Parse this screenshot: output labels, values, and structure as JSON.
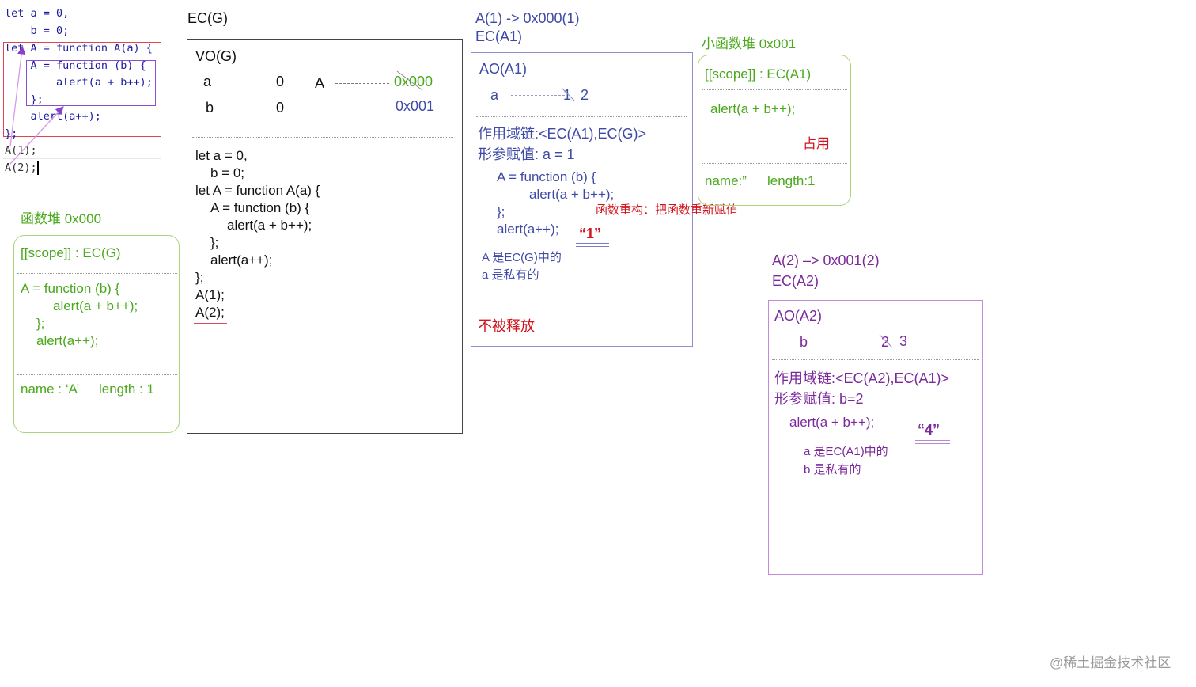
{
  "code": {
    "lines": [
      "let a = 0,",
      "    b = 0;",
      "let A = function A(a) {",
      "    A = function (b) {",
      "        alert(a + b++);",
      "    };",
      "    alert(a++);",
      "};",
      "A(1);",
      "A(2);"
    ]
  },
  "global_heap": {
    "title": "函数堆  0x000",
    "scope": "[[scope]] : EC(G)",
    "body_lines": [
      "A = function (b) {",
      "alert(a + b++);",
      "};",
      "alert(a++);"
    ],
    "name": "name : ‘A’",
    "length": "length : 1"
  },
  "ecg": {
    "title": "EC(G)",
    "vo_title": "VO(G)",
    "var_a": "a",
    "val_a": "0",
    "var_b": "b",
    "val_b": "0",
    "var_A": "A",
    "addr_old": "0x000",
    "addr_new": "0x001",
    "code_lines": [
      "let a = 0,",
      "b = 0;",
      "let A = function A(a) {",
      "A = function (b) {",
      "alert(a + b++);",
      "};",
      "alert(a++);",
      "};",
      "A(1);",
      "A(2);"
    ]
  },
  "eca1": {
    "title1": "A(1) -> 0x000(1)",
    "title2": "EC(A1)",
    "ao_title": "AO(A1)",
    "var_a": "a",
    "val_old": "1",
    "val_new": "2",
    "scope_chain": "作用域链:<EC(A1),EC(G)>",
    "param": "形参赋值: a  = 1",
    "code_lines": [
      "A = function (b) {",
      "alert(a + b++);",
      "};",
      "alert(a++);"
    ],
    "output": "“1”",
    "rebuild_note": "函数重构：把函数重新赋值",
    "note1": "A 是EC(G)中的",
    "note2": "a 是私有的",
    "not_released": "不被释放"
  },
  "small_heap": {
    "title": "小函数堆  0x001",
    "scope": "[[scope]] : EC(A1)",
    "body": "alert(a + b++);",
    "occupied": "占用",
    "name": "name:”",
    "length": "length:1"
  },
  "eca2": {
    "title1": "A(2) –> 0x001(2)",
    "title2": "EC(A2)",
    "ao_title": "AO(A2)",
    "var_b": "b",
    "val_old": "2",
    "val_new": "3",
    "scope_chain": "作用域链:<EC(A2),EC(A1)>",
    "param": "形参赋值: b=2",
    "code": "alert(a + b++);",
    "output": "“4”",
    "note1": "a 是EC(A1)中的",
    "note2": "b 是私有的"
  },
  "watermark": "@稀土掘金技术社区",
  "colors": {
    "green": "#4aa81c",
    "blue": "#3e4aa6",
    "purple": "#7b2a9c",
    "red": "#d0161c",
    "code_keyword": "#1f2ad6"
  }
}
